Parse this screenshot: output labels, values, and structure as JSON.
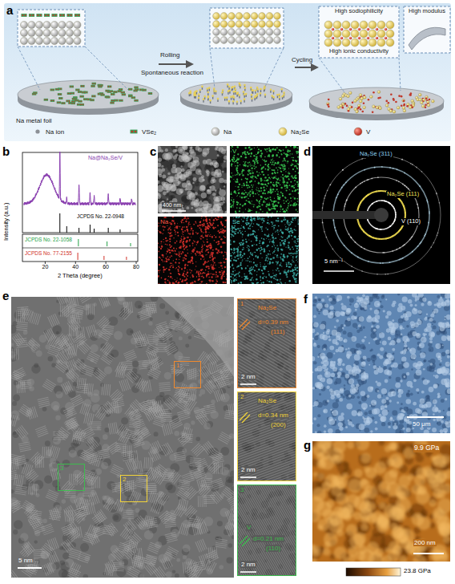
{
  "diagram": {
    "nodes": [
      {
        "text": [
          "a"
        ]
      },
      {
        "text": [
          "High sodiophilicity",
          "High ionic conductivity"
        ],
        "in": 0
      },
      {
        "text": [
          "High modulus"
        ],
        "in": 0
      },
      {
        "text": [
          "b"
        ]
      },
      {
        "text": [
          "c"
        ]
      },
      {
        "text": [
          "d"
        ]
      },
      {
        "text": [
          "e"
        ]
      },
      {
        "text": [
          "1"
        ],
        "in": 6
      },
      {
        "text": [
          "2"
        ],
        "in": 6
      },
      {
        "text": [
          "3"
        ],
        "in": 6
      },
      {
        "text": [
          "1",
          "Na₂Se",
          "d=0.39 nm",
          "(111)",
          "2 nm"
        ],
        "in": 6
      },
      {
        "text": [
          "2",
          "Na₂Se",
          "d=0.34 nm",
          "(200)",
          "2 nm"
        ],
        "in": 6
      },
      {
        "text": [
          "3",
          "V",
          "d=0.21 nm",
          "(110)",
          "2 nm"
        ],
        "in": 6
      },
      {
        "text": [
          "f"
        ]
      },
      {
        "text": [
          "g"
        ]
      }
    ],
    "labels": [
      "Na metal foil",
      "Rolling",
      "Spontaneous reaction",
      "Cycling",
      "Intensity (a.u.)",
      "2 Theta (degree)",
      "Na@Na₂Se/V",
      "JCPDS No. 22-0948",
      "JCPDS No. 22-1058",
      "JCPDS No. 77-2155",
      "20",
      "40",
      "60",
      "80",
      "400 nm",
      "V",
      "Na",
      "Se",
      "Na₂Se (311)",
      "Na₂Se (111)",
      "V (110)",
      "5 nm⁻¹",
      "5 nm",
      "50 μm",
      "9.9 GPa",
      "200 nm",
      "23.8 GPa"
    ],
    "legend": [
      {
        "text": "Na ion"
      },
      {
        "text": "VSe₂"
      },
      {
        "text": "Na"
      },
      {
        "text": "Na₂Se"
      },
      {
        "text": "V"
      }
    ]
  }
}
